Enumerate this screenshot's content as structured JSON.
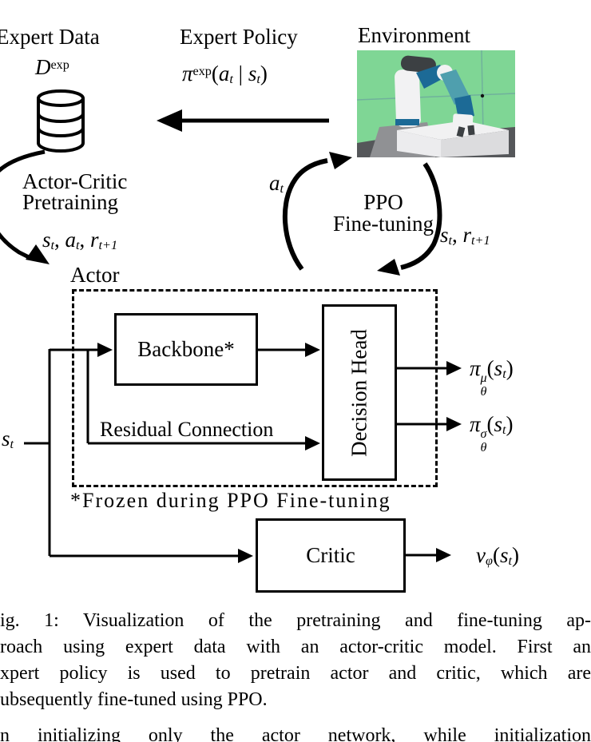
{
  "figure": {
    "labels": {
      "expert_data": "Expert Data",
      "expert_policy": "Expert Policy",
      "environment": "Environment",
      "pretraining_line1": "Actor-Critic",
      "pretraining_line2": "Pretraining",
      "ppo_line1": "PPO",
      "ppo_line2": "Fine-tuning",
      "actor": "Actor",
      "backbone": "Backbone*",
      "residual": "Residual Connection",
      "decision_head": "Decision Head",
      "frozen_note": "*Frozen during PPO Fine-tuning",
      "critic": "Critic"
    },
    "formulas": {
      "d_exp": [
        {
          "i": "D"
        },
        {
          "sup": "exp"
        }
      ],
      "pi_exp": [
        {
          "i": "π"
        },
        {
          "sup": "exp"
        },
        {
          "t": "("
        },
        {
          "i": "a"
        },
        {
          "sub": "t"
        },
        {
          "t": " | "
        },
        {
          "i": "s"
        },
        {
          "sub": "t"
        },
        {
          "t": ")"
        }
      ],
      "a_t": [
        {
          "i": "a"
        },
        {
          "sub": "t"
        }
      ],
      "s_t": [
        {
          "i": "s"
        },
        {
          "sub": "t"
        }
      ],
      "s_r": [
        {
          "i": "s"
        },
        {
          "sub": "t"
        },
        {
          "t": ", "
        },
        {
          "i": "r"
        },
        {
          "sub": "t+1"
        }
      ],
      "s_a_r": [
        {
          "i": "s"
        },
        {
          "sub": "t"
        },
        {
          "t": ", "
        },
        {
          "i": "a"
        },
        {
          "sub": "t"
        },
        {
          "t": ", "
        },
        {
          "i": "r"
        },
        {
          "sub": "t+1"
        }
      ],
      "pi_mu": [
        {
          "i": "π"
        },
        {
          "stack": {
            "sup": "μ",
            "sub": "θ"
          }
        },
        {
          "t": "("
        },
        {
          "i": "s"
        },
        {
          "sub": "t"
        },
        {
          "t": ")"
        }
      ],
      "pi_sigma": [
        {
          "i": "π"
        },
        {
          "stack": {
            "sup": "σ",
            "sub": "θ"
          }
        },
        {
          "t": "("
        },
        {
          "i": "s"
        },
        {
          "sub": "t"
        },
        {
          "t": ")"
        }
      ],
      "v_phi": [
        {
          "i": "v"
        },
        {
          "sub": "φ"
        },
        {
          "t": "("
        },
        {
          "i": "s"
        },
        {
          "sub": "t"
        },
        {
          "t": ")"
        }
      ]
    },
    "colors": {
      "ink": "#000000",
      "env_green": "#7fd695",
      "robot_teal": "#4f9fae",
      "robot_blue": "#1c6a96",
      "robot_head": "#3c4043",
      "robot_white": "#f2f2f3",
      "floor": "#55575a",
      "pedestal": "#909194",
      "table_top": "#f1f1f2",
      "table_left": "#ececee",
      "table_right": "#dcdcde"
    }
  },
  "caption": {
    "lines": [
      "ig. 1: Visualization of the pretraining and fine-tuning ap-",
      "roach using expert data with an actor-critic model. First an",
      "xpert policy is used to pretrain actor and critic, which are",
      "ubsequently fine-tuned using PPO."
    ]
  },
  "body": {
    "partial_line": "n initializing only the actor network, while initialization"
  }
}
